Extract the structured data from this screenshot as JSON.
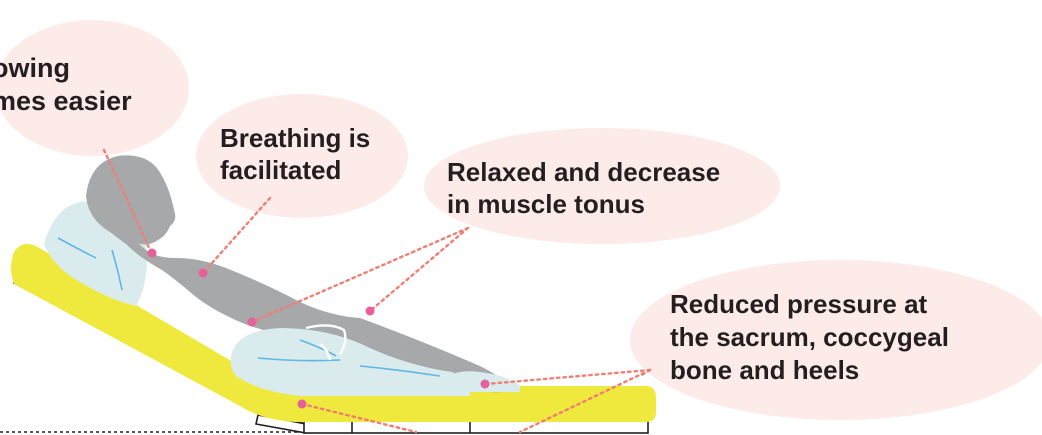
{
  "colors": {
    "bubble": "#fcebe8",
    "mattress": "#eee93c",
    "person": "#a6a8aa",
    "pillow": "#d9ebec",
    "pillow_line": "#5fb7e3",
    "marker": "#e6609a",
    "leader": "#ef7f73",
    "text": "#231f20"
  },
  "callouts": {
    "swallowing": {
      "line1": "owing",
      "line2": "mes easier"
    },
    "breathing": {
      "line1": "Breathing is",
      "line2": "facilitated"
    },
    "relaxed": {
      "line1": "Relaxed and decrease",
      "line2": "in muscle tonus"
    },
    "pressure": {
      "line1": "Reduced pressure at",
      "line2": "the  sacrum, coccygeal",
      "line3": "bone and heels"
    }
  }
}
